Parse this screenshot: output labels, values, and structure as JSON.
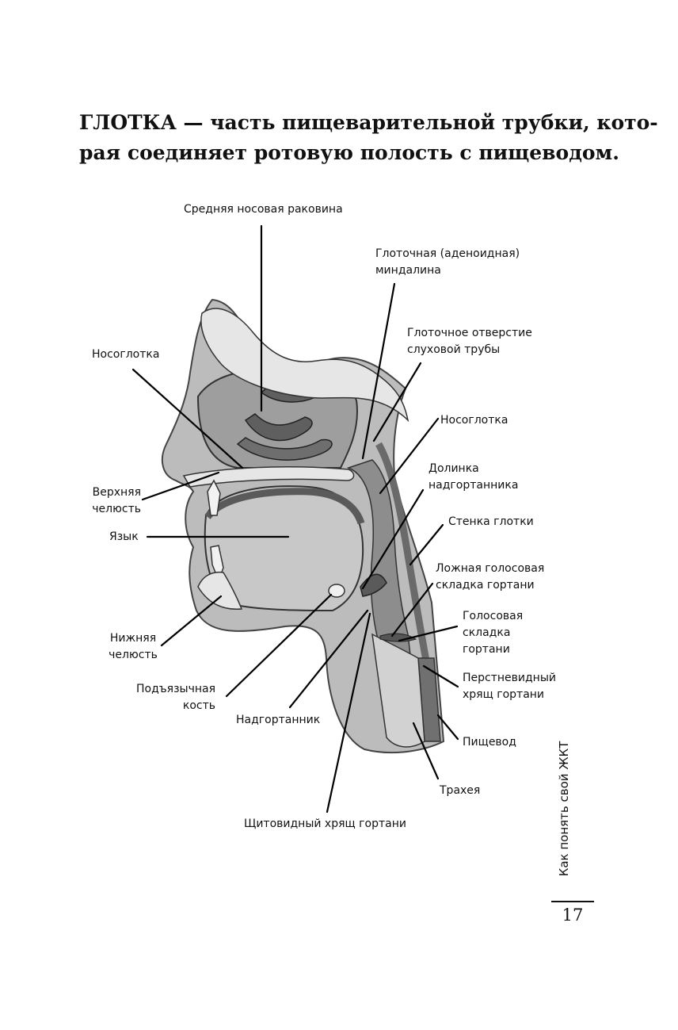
{
  "heading": {
    "line1": "ГЛОТКА — часть пищеварительной трубки, кото-",
    "line2": "рая соединяет ротовую полость с пищеводом."
  },
  "figure": {
    "labels": {
      "middle_turbinate": "Средняя носовая раковина",
      "pharyngeal_tonsil_1": "Глоточная (аденоидная)",
      "pharyngeal_tonsil_2": "миндалина",
      "tube_opening_1": "Глоточное отверстие",
      "tube_opening_2": "слуховой трубы",
      "nasopharynx_left": "Носоглотка",
      "nasopharynx_right": "Носоглотка",
      "vallecula_1": "Долинка",
      "vallecula_2": "надгортанника",
      "upper_jaw_1": "Верхняя",
      "upper_jaw_2": "челюсть",
      "pharynx_wall": "Стенка глотки",
      "tongue": "Язык",
      "false_vocal_fold_1": "Ложная голосовая",
      "false_vocal_fold_2": "складка гортани",
      "vocal_fold_1": "Голосовая",
      "vocal_fold_2": "складка",
      "vocal_fold_3": "гортани",
      "lower_jaw_1": "Нижняя",
      "lower_jaw_2": "челюсть",
      "cricoid_1": "Перстневидный",
      "cricoid_2": "хрящ гортани",
      "hyoid_1": "Подъязычная",
      "hyoid_2": "кость",
      "epiglottis": "Надгортанник",
      "esophagus": "Пищевод",
      "trachea": "Трахея",
      "thyroid_cartilage": "Щитовидный хрящ гортани"
    }
  },
  "sidebar": {
    "book_title": "Как понять свой ЖКТ"
  },
  "footer": {
    "page_number": "17"
  },
  "colors": {
    "text": "#111111",
    "tissue_light": "#c9c9c9",
    "tissue_mid": "#9a9a9a",
    "tissue_dark": "#6f6f6f",
    "bone": "#e6e6e6"
  }
}
